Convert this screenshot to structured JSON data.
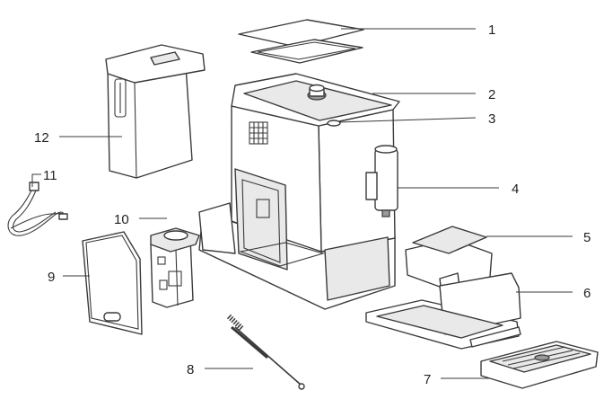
{
  "callouts": [
    {
      "id": "1",
      "label": "1"
    },
    {
      "id": "2",
      "label": "2"
    },
    {
      "id": "3",
      "label": "3"
    },
    {
      "id": "4",
      "label": "4"
    },
    {
      "id": "5",
      "label": "5"
    },
    {
      "id": "6",
      "label": "6"
    },
    {
      "id": "7",
      "label": "7"
    },
    {
      "id": "8",
      "label": "8"
    },
    {
      "id": "9",
      "label": "9"
    },
    {
      "id": "10",
      "label": "10"
    },
    {
      "id": "11",
      "label": "11"
    },
    {
      "id": "12",
      "label": "12"
    }
  ],
  "colors": {
    "line": "#3a3a3a",
    "fill": "#ffffff",
    "shade": "#e9e9e9",
    "text": "#222222"
  }
}
